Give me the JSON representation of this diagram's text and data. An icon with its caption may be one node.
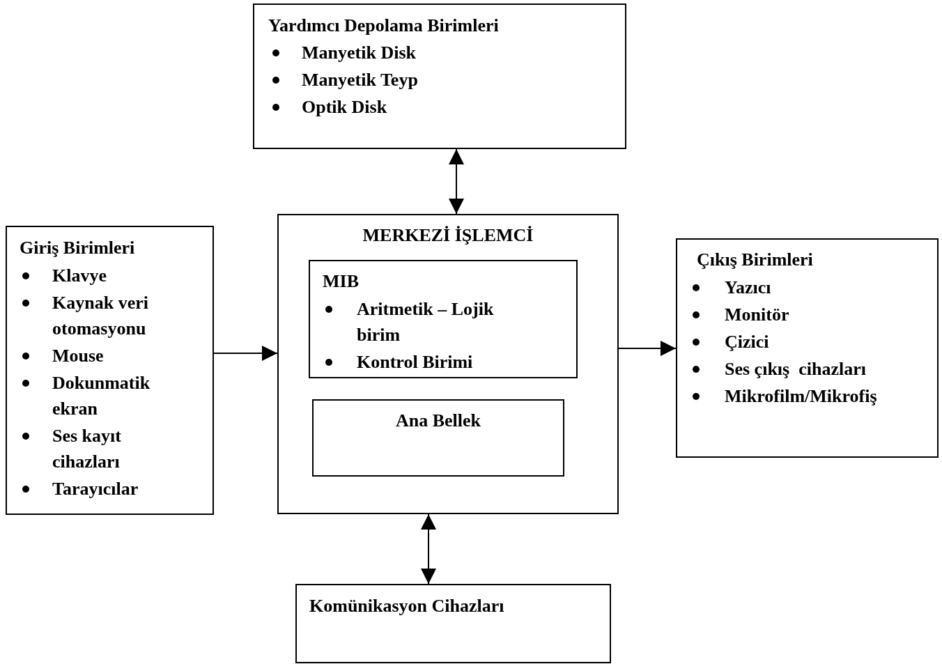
{
  "diagram": {
    "nodes": [
      {
        "text": [
          "Yardımcı Depolama Birimleri",
          "Manyetik Disk",
          "Manyetik Teyp",
          "Optik Disk"
        ]
      },
      {
        "text": [
          "Giriş Birimleri",
          "Klavye",
          "Kaynak veri otomasyonu",
          "Mouse",
          "Dokunmatik ekran",
          "Ses kayıt cihazları",
          "Tarayıcılar"
        ]
      },
      {
        "text": [
          "MERKEZİ İŞLEMCİ"
        ]
      },
      {
        "text": [
          "MIB",
          "Aritmetik – Lojik birim",
          "Kontrol Birimi"
        ],
        "in": 2
      },
      {
        "text": [
          "Ana Bellek"
        ],
        "in": 2
      },
      {
        "text": [
          "Çıkış Birimleri",
          "Yazıcı",
          "Monitör",
          "Çizici",
          "Ses çıkış  cihazları",
          "Mikrofilm/Mikrofiş"
        ]
      },
      {
        "text": [
          "Komünikasyon Cihazları"
        ]
      }
    ],
    "edges": [
      {
        "from": 0,
        "to": 2,
        "arrow": "both"
      },
      {
        "from": 1,
        "to": 2,
        "arrow": "to"
      },
      {
        "from": 2,
        "to": 5,
        "arrow": "to"
      },
      {
        "from": 2,
        "to": 6,
        "arrow": "both"
      }
    ]
  }
}
